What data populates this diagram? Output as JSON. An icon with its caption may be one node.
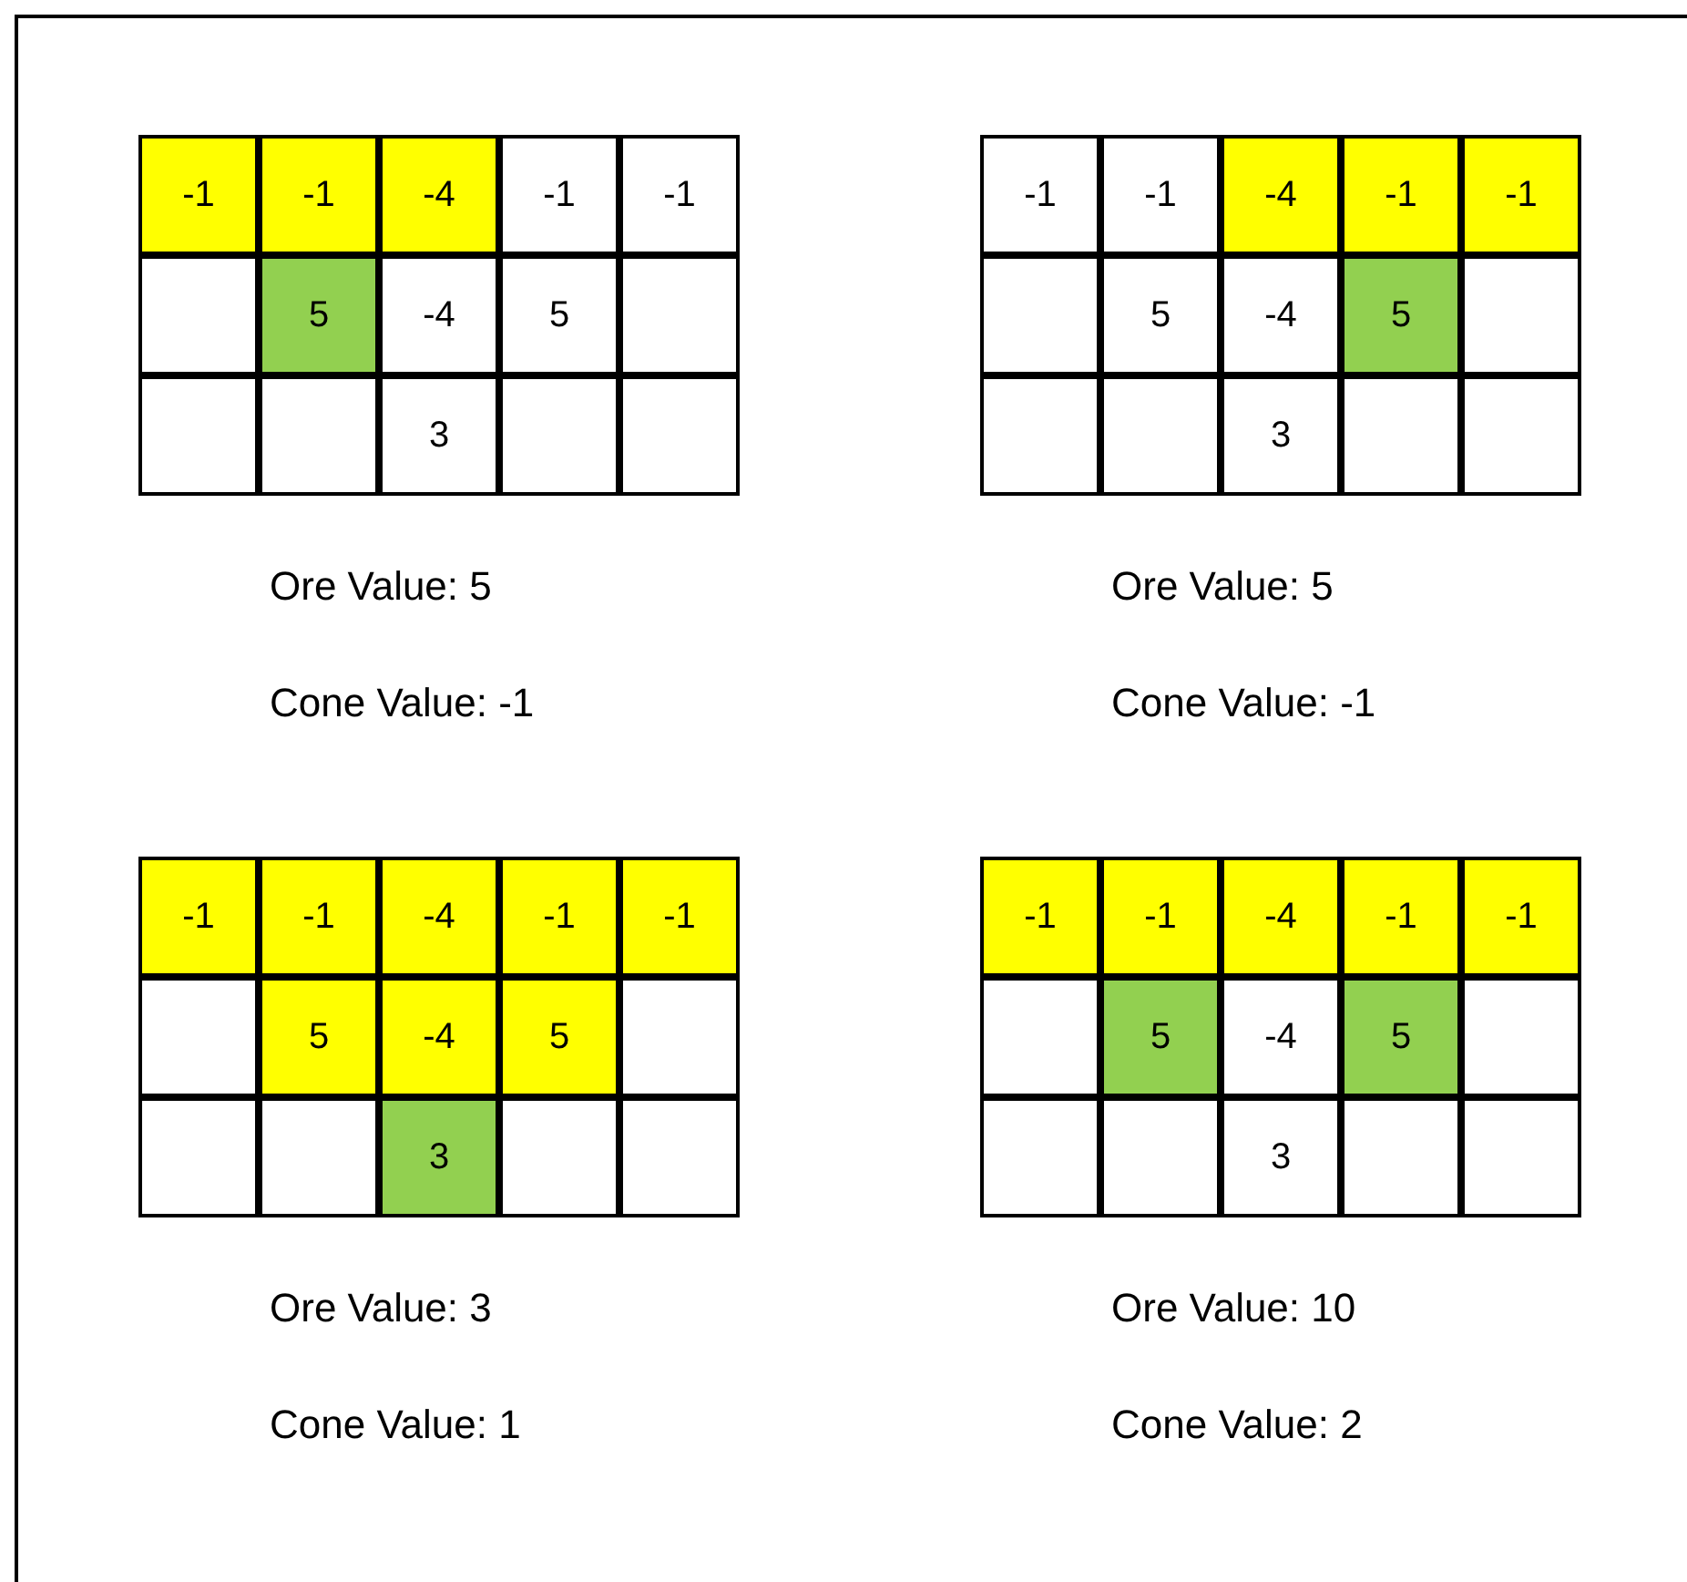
{
  "diagram": {
    "labels": [
      "-1",
      "-1",
      "-4",
      "-1",
      "-1",
      "5",
      "-4",
      "5",
      "3",
      "Ore Value: 5",
      "Cone Value: -1",
      "-1",
      "-1",
      "-4",
      "-1",
      "-1",
      "5",
      "-4",
      "5",
      "3",
      "Ore Value: 5",
      "Cone Value: -1",
      "-1",
      "-1",
      "-4",
      "-1",
      "-1",
      "5",
      "-4",
      "5",
      "3",
      "Ore Value: 3",
      "Cone Value: 1",
      "-1",
      "-1",
      "-4",
      "-1",
      "-1",
      "5",
      "-4",
      "5",
      "3",
      "Ore Value: 10",
      "Cone Value: 2"
    ]
  }
}
